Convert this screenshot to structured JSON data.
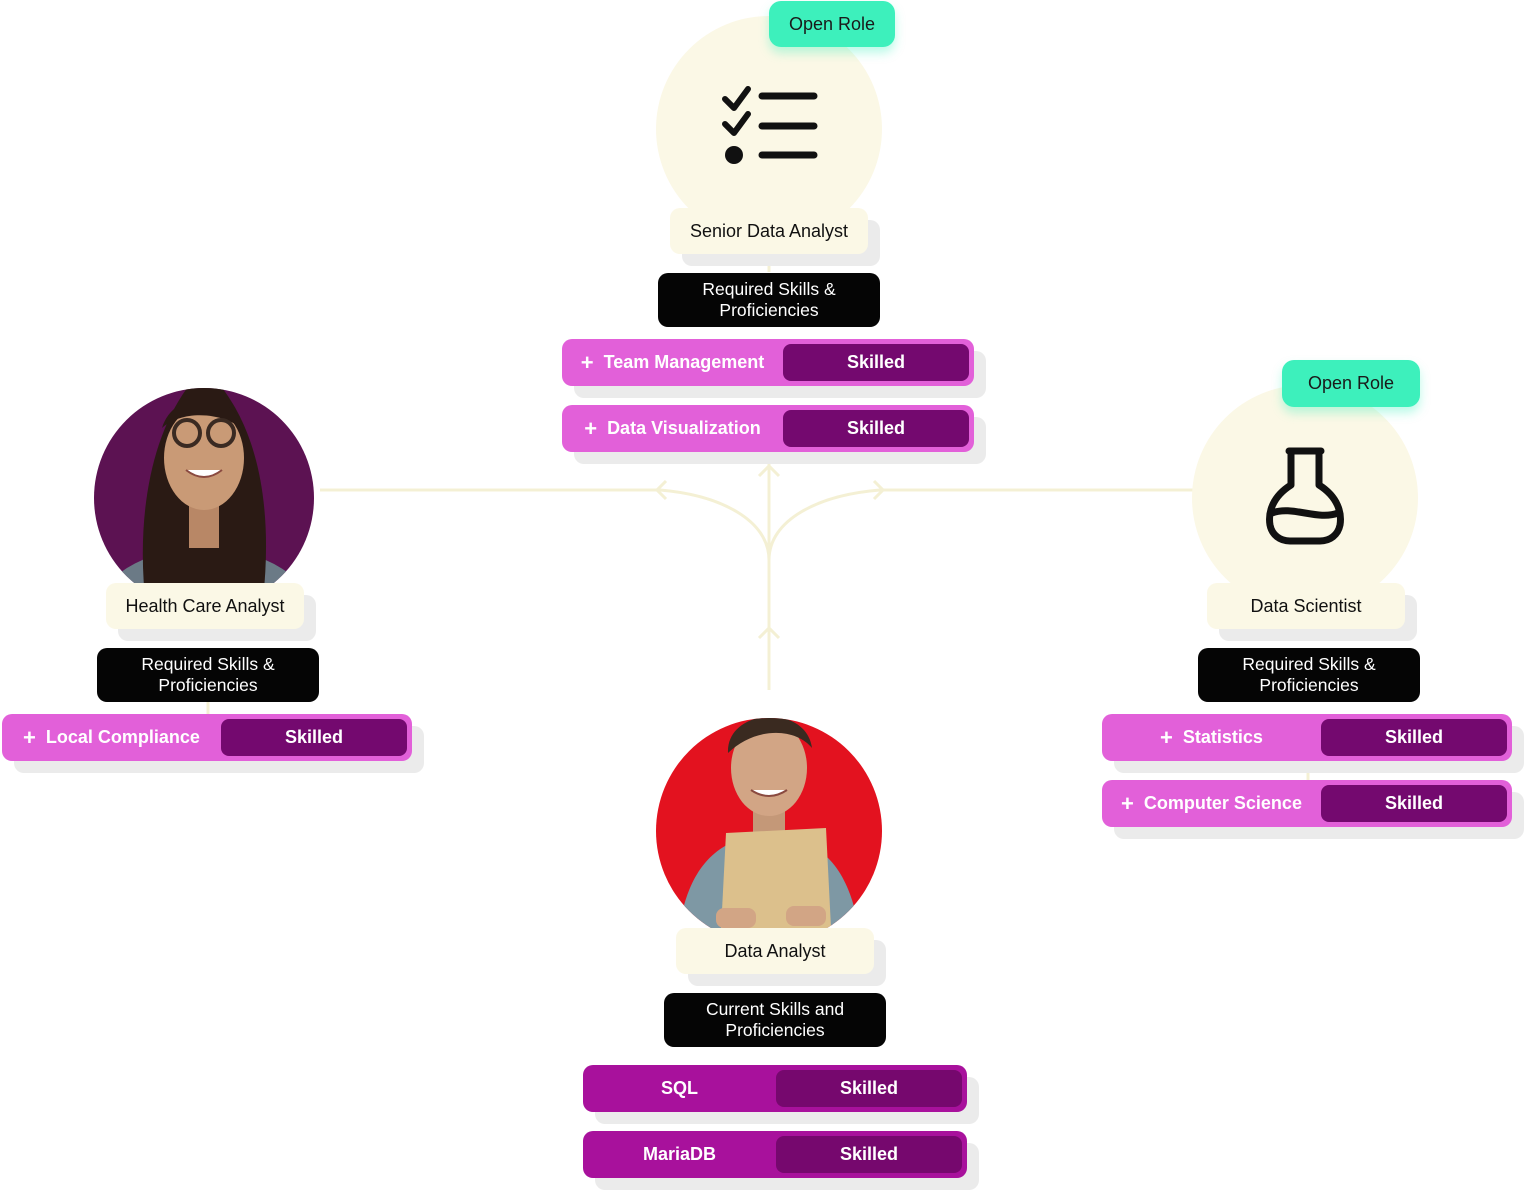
{
  "colors": {
    "cream": "#fbf8e6",
    "open_role": "#3df0bc",
    "pill_pink": "#e260d9",
    "pill_magenta": "#a8119c",
    "level": "#74096f",
    "connector": "#f4f0d4",
    "avatar_left_bg": "#5c1252",
    "avatar_bottom_bg": "#e3121f"
  },
  "nodes": {
    "senior": {
      "badge": "Open Role",
      "icon": "checklist-icon",
      "title": "Senior Data Analyst",
      "requirements_label": "Required Skills &\nProficiencies",
      "skills": [
        {
          "name": "Team Management",
          "level": "Skilled"
        },
        {
          "name": "Data Visualization",
          "level": "Skilled"
        }
      ]
    },
    "health": {
      "avatar": "woman-with-glasses-avatar",
      "title": "Health Care Analyst",
      "requirements_label": "Required Skills &\nProficiencies",
      "skills": [
        {
          "name": "Local Compliance",
          "level": "Skilled"
        }
      ]
    },
    "scientist": {
      "badge": "Open Role",
      "icon": "flask-icon",
      "title": "Data Scientist",
      "requirements_label": "Required Skills &\nProficiencies",
      "skills": [
        {
          "name": "Statistics",
          "level": "Skilled"
        },
        {
          "name": "Computer Science",
          "level": "Skilled"
        }
      ]
    },
    "analyst": {
      "avatar": "man-holding-folder-avatar",
      "title": "Data Analyst",
      "current_label": "Current Skills and\nProficiencies",
      "skills": [
        {
          "name": "SQL",
          "level": "Skilled"
        },
        {
          "name": "MariaDB",
          "level": "Skilled"
        }
      ]
    }
  }
}
